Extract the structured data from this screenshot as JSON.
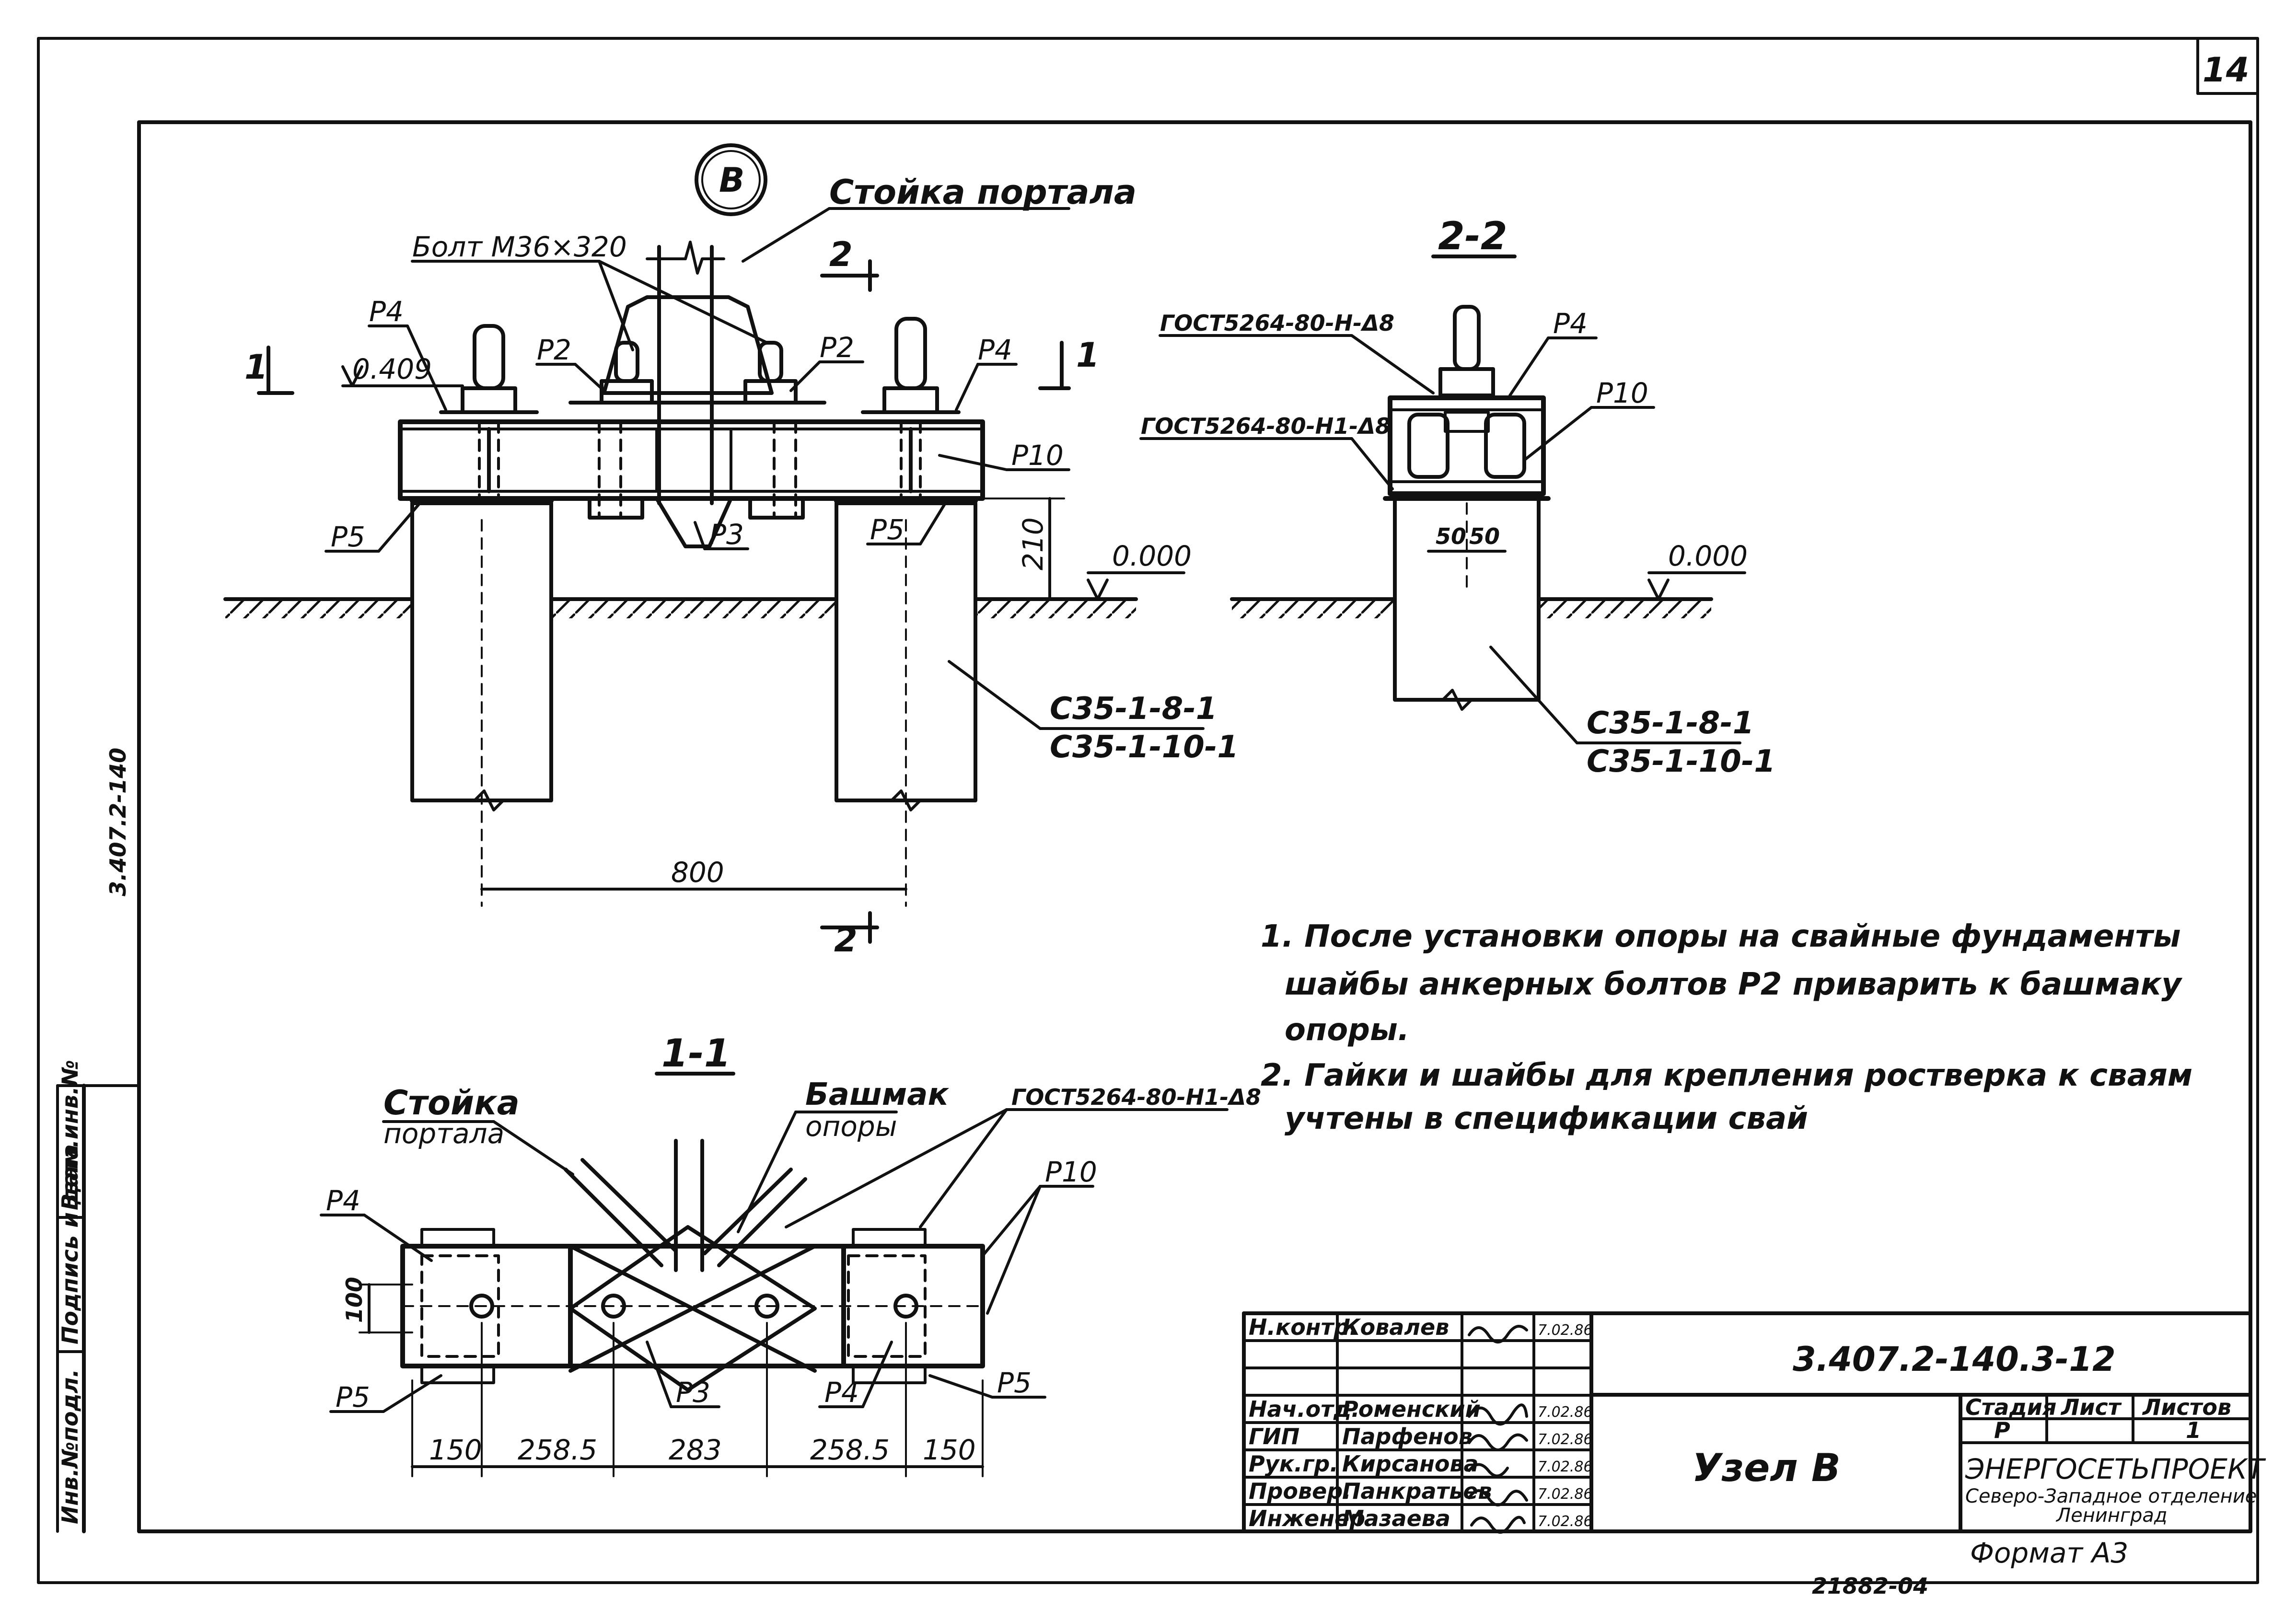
{
  "page_number": "14",
  "labels": {
    "node_circle": "В",
    "portal_post_top": "Стойка портала",
    "bolt": "Болт М36×320",
    "p4": "Р4",
    "p2": "Р2",
    "p10": "Р10",
    "p5": "Р5",
    "p3": "Р3",
    "section_mark_1": "1",
    "section_mark_2": "2",
    "elev_0409": "0.409",
    "elev_0000": "0.000",
    "dim_210": "210",
    "dim_800": "800",
    "pile_1": "С35-1-8-1",
    "pile_2": "С35-1-10-1",
    "section_2_title": "2-2",
    "section_1_title": "1-1",
    "gost_h_d8": "ГОСТ5264-80-Н-Δ8",
    "gost_h1_d8": "ГОСТ5264-80-Н1-Δ8",
    "dim_50a": "50",
    "dim_50b": "50",
    "portal_post": "Стойка",
    "portal_post_2": "портала",
    "shoe": "Башмак",
    "shoe_2": "опоры",
    "dim_100": "100",
    "dims_bottom": [
      "150",
      "258.5",
      "283",
      "258.5",
      "150"
    ],
    "side_code": "3.407.2-140"
  },
  "notes": [
    "1. После установки опоры на свайные фундаменты",
    "шайбы анкерных болтов Р2 приварить к башмаку",
    "опоры.",
    "2. Гайки и шайбы для крепления ростверка к сваям",
    "учтены в спецификации свай"
  ],
  "left_strip": [
    "Инв.№подл.",
    "Подпись и дата",
    "Взам.инв.№"
  ],
  "title_block": {
    "code": "3.407.2-140.3-12",
    "title": "Узел В",
    "stage_header": "Стадия",
    "sheet_header": "Лист",
    "sheets_header": "Листов",
    "stage": "Р",
    "sheets": "1",
    "org": "ЭНЕРГОСЕТЬПРОЕКТ",
    "org_branch": "Северо-Западное отделение",
    "org_city": "Ленинград",
    "format": "Формат А3",
    "signatures": [
      {
        "role": "Н.контр.",
        "name": "Ковалев",
        "date": "7.02.86"
      },
      {
        "role": "",
        "name": "",
        "date": ""
      },
      {
        "role": "",
        "name": "",
        "date": ""
      },
      {
        "role": "Нач.отд.",
        "name": "Роменский",
        "date": "7.02.86"
      },
      {
        "role": "ГИП",
        "name": "Парфенов",
        "date": "7.02.86"
      },
      {
        "role": "Рук.гр.",
        "name": "Кирсанова",
        "date": "7.02.86"
      },
      {
        "role": "Провер.",
        "name": "Панкратьев",
        "date": "7.02.86"
      },
      {
        "role": "Инженер",
        "name": "Мазаева",
        "date": "7.02.86"
      }
    ]
  },
  "bottom_code": "21882-04"
}
